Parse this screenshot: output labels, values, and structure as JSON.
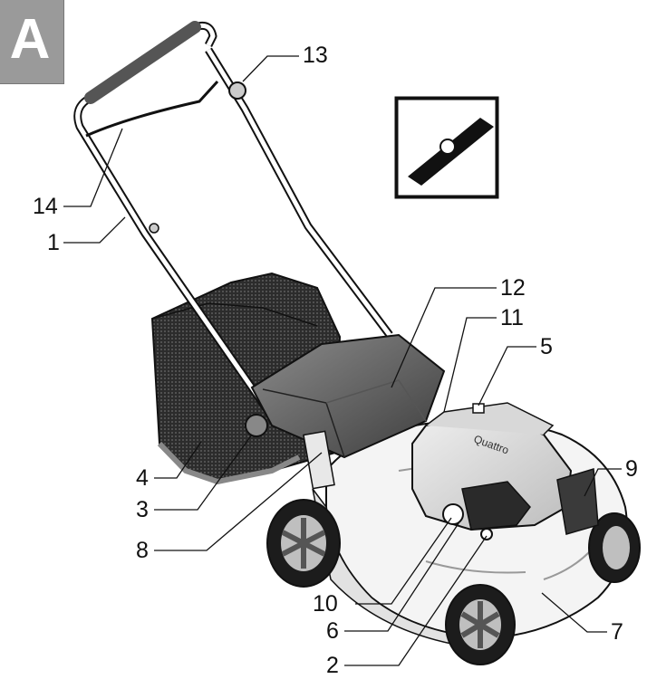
{
  "figure_badge": "A",
  "callouts": {
    "c1": "1",
    "c2": "2",
    "c3": "3",
    "c4": "4",
    "c5": "5",
    "c6": "6",
    "c7": "7",
    "c8": "8",
    "c9": "9",
    "c10": "10",
    "c11": "11",
    "c12": "12",
    "c13": "13",
    "c14": "14"
  },
  "engine_brand": "Quattro",
  "icons": [
    "blade-icon"
  ],
  "colors": {
    "badge": "#9a9a9a",
    "line": "#111111",
    "catcher": "#3a3a3a"
  }
}
